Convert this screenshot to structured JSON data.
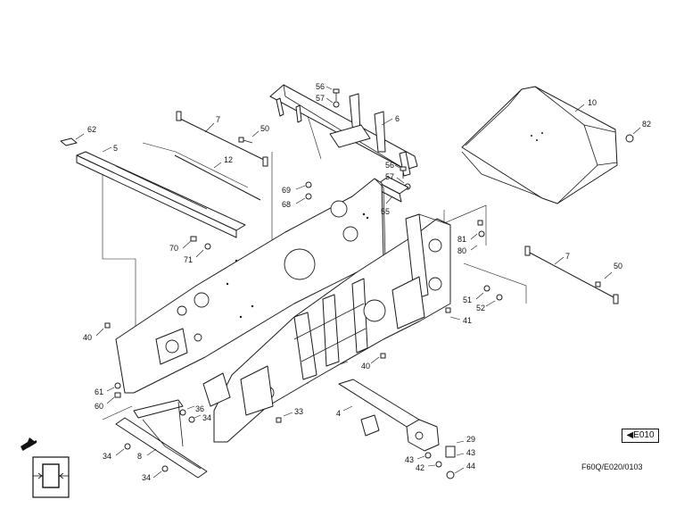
{
  "labels": [
    {
      "id": "56a",
      "text": "56"
    },
    {
      "id": "57a",
      "text": "57"
    },
    {
      "id": "10",
      "text": "10"
    },
    {
      "id": "82",
      "text": "82"
    },
    {
      "id": "6",
      "text": "6"
    },
    {
      "id": "7a",
      "text": "7"
    },
    {
      "id": "62",
      "text": "62"
    },
    {
      "id": "50a",
      "text": "50"
    },
    {
      "id": "5",
      "text": "5"
    },
    {
      "id": "12",
      "text": "12"
    },
    {
      "id": "56b",
      "text": "56"
    },
    {
      "id": "57b",
      "text": "57"
    },
    {
      "id": "69",
      "text": "69"
    },
    {
      "id": "68",
      "text": "68"
    },
    {
      "id": "55",
      "text": "55"
    },
    {
      "id": "81",
      "text": "81"
    },
    {
      "id": "80",
      "text": "80"
    },
    {
      "id": "70",
      "text": "70"
    },
    {
      "id": "71",
      "text": "71"
    },
    {
      "id": "7b",
      "text": "7"
    },
    {
      "id": "50b",
      "text": "50"
    },
    {
      "id": "51",
      "text": "51"
    },
    {
      "id": "52",
      "text": "52"
    },
    {
      "id": "41",
      "text": "41"
    },
    {
      "id": "40a",
      "text": "40"
    },
    {
      "id": "40b",
      "text": "40"
    },
    {
      "id": "61",
      "text": "61"
    },
    {
      "id": "60",
      "text": "60"
    },
    {
      "id": "36",
      "text": "36"
    },
    {
      "id": "34a",
      "text": "34"
    },
    {
      "id": "33",
      "text": "33"
    },
    {
      "id": "4",
      "text": "4"
    },
    {
      "id": "29",
      "text": "29"
    },
    {
      "id": "34b",
      "text": "34"
    },
    {
      "id": "8",
      "text": "8"
    },
    {
      "id": "34c",
      "text": "34"
    },
    {
      "id": "43a",
      "text": "43"
    },
    {
      "id": "43b",
      "text": "43"
    },
    {
      "id": "42",
      "text": "42"
    },
    {
      "id": "44",
      "text": "44"
    }
  ],
  "page_ref": "E010",
  "drawing_code": "F60Q/E020/0103"
}
